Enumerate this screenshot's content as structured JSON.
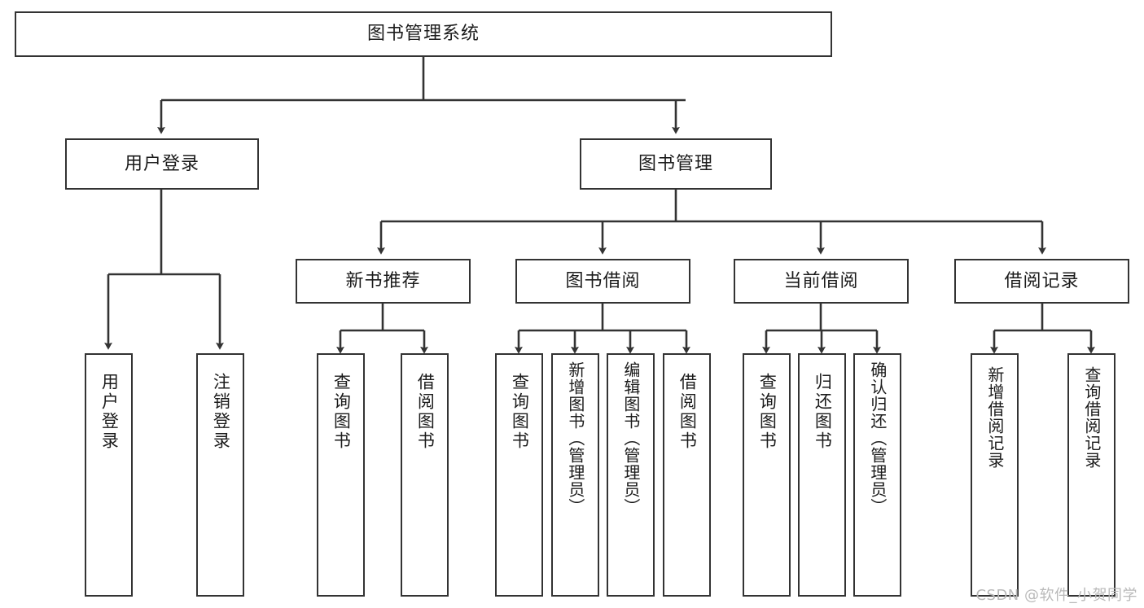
{
  "diagram": {
    "title": "图书管理系统",
    "type": "tree-hierarchy-functional-structure",
    "colors": {
      "stroke": "#333333",
      "box_fill": "#ffffff",
      "text": "#1b1b1b",
      "watermark": "#b9b9b9",
      "background": "#ffffff"
    },
    "watermark": "CSDN @软件_小贺同学"
  },
  "nodes": {
    "root": {
      "label": "图书管理系统",
      "level": 0
    },
    "level1": [
      {
        "id": "user-login",
        "label": "用户登录"
      },
      {
        "id": "book-management",
        "label": "图书管理"
      }
    ],
    "level2": [
      {
        "id": "new-book-recommend",
        "label": "新书推荐"
      },
      {
        "id": "book-borrow",
        "label": "图书借阅"
      },
      {
        "id": "current-borrow",
        "label": "当前借阅"
      },
      {
        "id": "borrow-record",
        "label": "借阅记录"
      }
    ],
    "leaves": {
      "user_login": [
        {
          "id": "leaf-user-login",
          "label": "用户登录"
        },
        {
          "id": "leaf-logout-login",
          "label": "注销登录"
        }
      ],
      "new_book_recommend": [
        {
          "id": "leaf-query-book-1",
          "label": "查询图书"
        },
        {
          "id": "leaf-borrow-book-1",
          "label": "借阅图书"
        }
      ],
      "book_borrow": [
        {
          "id": "leaf-query-book-2",
          "label": "查询图书"
        },
        {
          "id": "leaf-add-book-admin",
          "label": "新增图书（管理员）"
        },
        {
          "id": "leaf-edit-book-admin",
          "label": "编辑图书（管理员）"
        },
        {
          "id": "leaf-borrow-book-2",
          "label": "借阅图书"
        }
      ],
      "current_borrow": [
        {
          "id": "leaf-query-book-3",
          "label": "查询图书"
        },
        {
          "id": "leaf-return-book",
          "label": "归还图书"
        },
        {
          "id": "leaf-confirm-return-admin",
          "label": "确认归还（管理员）"
        }
      ],
      "borrow_record": [
        {
          "id": "leaf-add-borrow-record",
          "label": "新增借阅记录"
        },
        {
          "id": "leaf-query-borrow-record",
          "label": "查询借阅记录"
        }
      ]
    }
  }
}
